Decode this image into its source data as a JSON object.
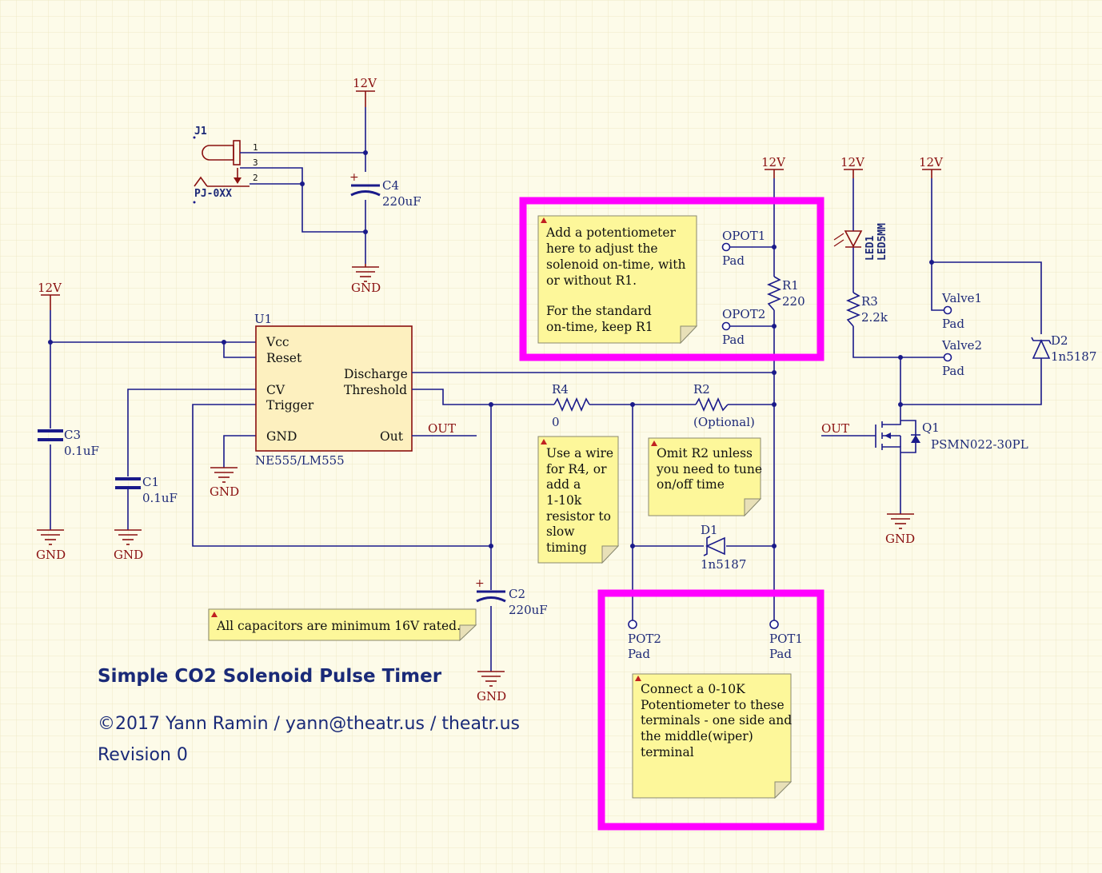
{
  "title": "Simple CO2 Solenoid Pulse Timer",
  "credit": "©2017 Yann Ramin / yann@theatr.us / theatr.us",
  "revision": "Revision 0",
  "power": {
    "v12": "12V",
    "gnd": "GND"
  },
  "j1": {
    "ref": "J1",
    "part": "PJ-0XX",
    "pins": [
      "1",
      "3",
      "2"
    ]
  },
  "c4": {
    "ref": "C4",
    "value": "220uF"
  },
  "c3": {
    "ref": "C3",
    "value": "0.1uF"
  },
  "c1": {
    "ref": "C1",
    "value": "0.1uF"
  },
  "c2": {
    "ref": "C2",
    "value": "220uF"
  },
  "u1": {
    "ref": "U1",
    "part": "NE555/LM555",
    "pins": {
      "vcc": "Vcc",
      "reset": "Reset",
      "cv": "CV",
      "trigger": "Trigger",
      "gnd": "GND",
      "discharge": "Discharge",
      "threshold": "Threshold",
      "out": "Out"
    }
  },
  "nets": {
    "out": "OUT"
  },
  "r1": {
    "ref": "R1",
    "value": "220"
  },
  "r2": {
    "ref": "R2",
    "value": "(Optional)"
  },
  "r3": {
    "ref": "R3",
    "value": "2.2k"
  },
  "r4": {
    "ref": "R4",
    "value": "0"
  },
  "d1": {
    "ref": "D1",
    "value": "1n5187"
  },
  "d2": {
    "ref": "D2",
    "value": "1n5187"
  },
  "led1": {
    "ref": "LED1",
    "part": "LED5MM"
  },
  "q1": {
    "ref": "Q1",
    "part": "PSMN022-30PL"
  },
  "pads": {
    "opot1": "OPOT1",
    "opot2": "OPOT2",
    "pot1": "POT1",
    "pot2": "POT2",
    "valve1": "Valve1",
    "valve2": "Valve2",
    "pad": "Pad"
  },
  "notes": {
    "opot": [
      "Add a potentiometer",
      "here to adjust the",
      "solenoid on-time, with",
      "or without R1.",
      "",
      "For the standard",
      "on-time, keep R1"
    ],
    "r4": [
      "Use a wire",
      "for R4, or",
      "add a",
      "1-10k",
      "resistor to",
      "slow",
      "timing"
    ],
    "r2": [
      "Omit R2 unless",
      "you need to tune",
      "on/off time"
    ],
    "caps": [
      "All capacitors are minimum 16V rated."
    ],
    "pot": [
      "Connect a 0-10K",
      "Potentiometer to these",
      "terminals - one side and",
      "the middle(wiper)",
      "terminal"
    ]
  },
  "colors": {
    "wire": "#1a1a8a",
    "power": "#8a1010",
    "highlight": "#ff00ff",
    "note": "#fdf79a",
    "background": "#fdfbe9"
  }
}
